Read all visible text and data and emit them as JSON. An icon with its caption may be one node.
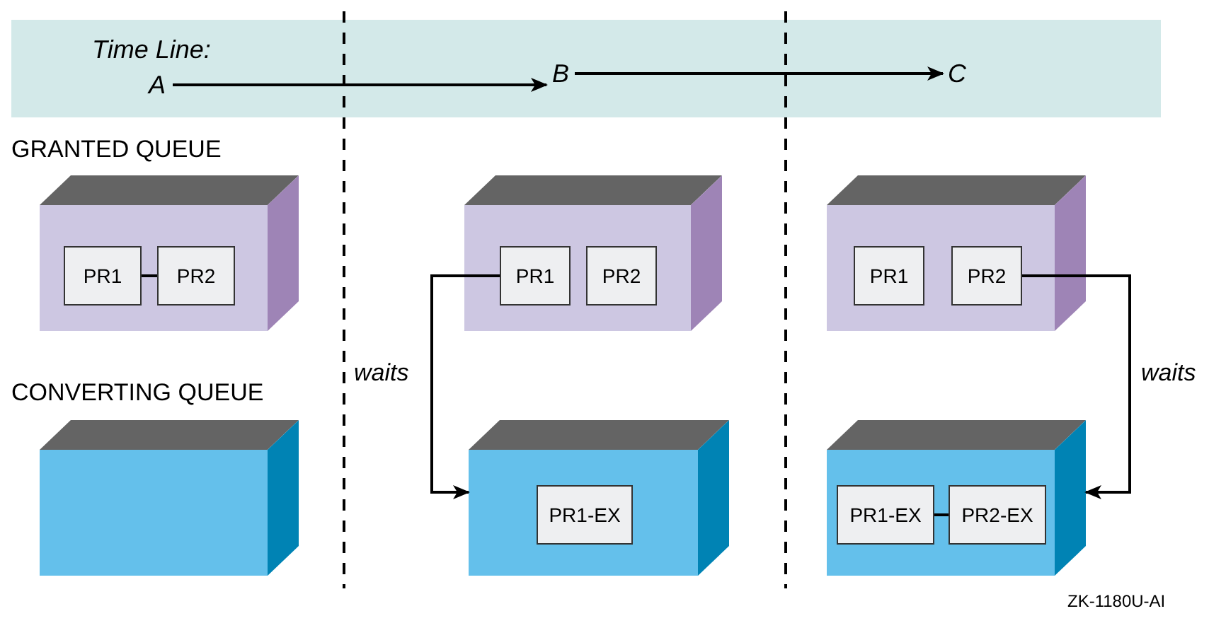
{
  "diagram": {
    "nodes": [
      {
        "text": [
          "Time Line:"
        ]
      },
      {
        "text": [
          "A"
        ],
        "in": 0
      },
      {
        "text": [
          "B"
        ],
        "in": 0
      },
      {
        "text": [
          "C"
        ],
        "in": 0
      },
      {
        "text": [],
        "shape": "box"
      },
      {
        "text": [
          "PR1"
        ],
        "in": 4
      },
      {
        "text": [
          "PR2"
        ],
        "in": 4
      },
      {
        "text": [],
        "shape": "box"
      },
      {
        "text": [],
        "shape": "box"
      },
      {
        "text": [
          "PR1"
        ],
        "in": 8
      },
      {
        "text": [
          "PR2"
        ],
        "in": 8
      },
      {
        "text": [],
        "shape": "box"
      },
      {
        "text": [
          "PR1-EX"
        ],
        "in": 11
      },
      {
        "text": [],
        "shape": "box"
      },
      {
        "text": [
          "PR1"
        ],
        "in": 13
      },
      {
        "text": [
          "PR2"
        ],
        "in": 13
      },
      {
        "text": [],
        "shape": "box"
      },
      {
        "text": [
          "PR1-EX"
        ],
        "in": 16
      },
      {
        "text": [
          "PR2-EX"
        ],
        "in": 16
      }
    ],
    "edges": [
      {
        "from": 1,
        "to": 2,
        "arrow": "to"
      },
      {
        "from": 2,
        "to": 3,
        "arrow": "to"
      },
      {
        "from": 5,
        "to": 6,
        "arrow": "none"
      },
      {
        "from": 9,
        "to": 11,
        "arrow": "to",
        "label": "waits"
      },
      {
        "from": 15,
        "to": 16,
        "arrow": "to",
        "label": "waits"
      },
      {
        "from": 17,
        "to": 18,
        "arrow": "none"
      }
    ],
    "labels": [
      "GRANTED QUEUE",
      "CONVERTING QUEUE",
      "ZK-1180U-AI"
    ]
  }
}
